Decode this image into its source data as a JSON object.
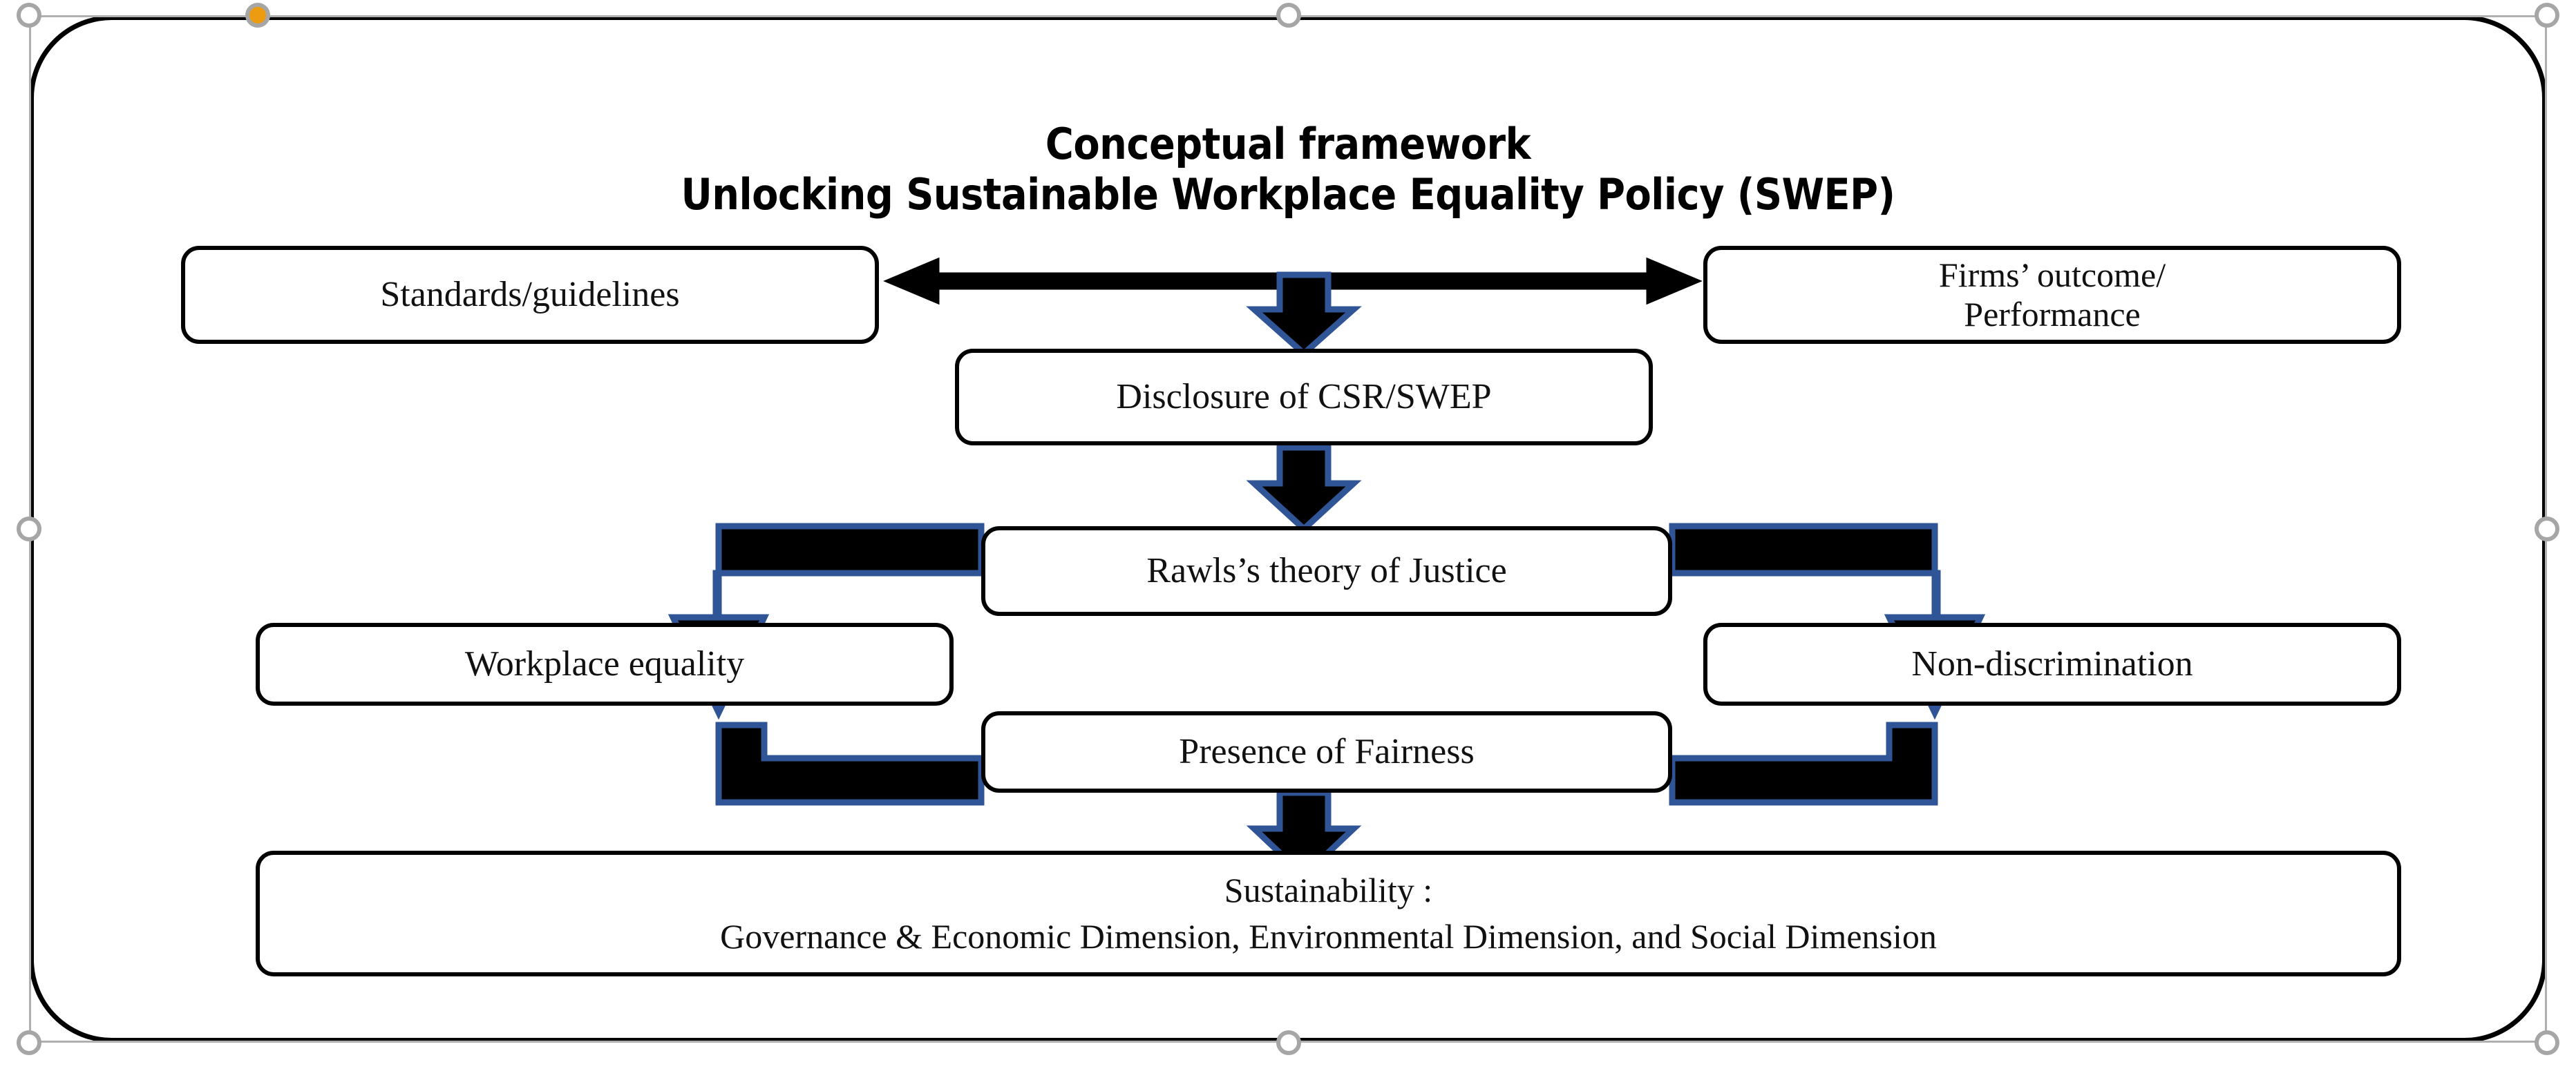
{
  "app": {
    "kind": "slide-shape-selected",
    "selection": {
      "handle_color": "#a6a6a6",
      "adjust_handle_color": "#ED9B10",
      "frame_color": "#b0b0b0"
    }
  },
  "diagram": {
    "type": "flowchart",
    "title": {
      "line1": "Conceptual framework",
      "line2": "Unlocking Sustainable Workplace Equality Policy (SWEP)"
    },
    "colors": {
      "shape_outline": "#000000",
      "arrow_fill": "#000000",
      "arrow_outline": "#2F5597",
      "background": "#FFFFFF"
    },
    "nodes": [
      {
        "id": "standards",
        "label": "Standards/guidelines"
      },
      {
        "id": "firms",
        "label": "Firms’ outcome/\nPerformance"
      },
      {
        "id": "disclosure",
        "label": "Disclosure of CSR/SWEP"
      },
      {
        "id": "rawls",
        "label": "Rawls’s theory of Justice"
      },
      {
        "id": "workplace",
        "label": "Workplace equality"
      },
      {
        "id": "nondisc",
        "label": "Non-discrimination"
      },
      {
        "id": "fairness",
        "label": "Presence of Fairness"
      },
      {
        "id": "sustain",
        "label": "Sustainability :\nGovernance & Economic Dimension, Environmental Dimension, and Social Dimension"
      }
    ],
    "edges": [
      {
        "from": "standards",
        "to": "firms",
        "style": "double-headed-thin-arrow"
      },
      {
        "from": "standards",
        "to": "disclosure",
        "style": "block-arrow-down"
      },
      {
        "from": "disclosure",
        "to": "rawls",
        "style": "block-arrow-down"
      },
      {
        "from": "rawls",
        "to": "workplace",
        "style": "bent-block-arrow"
      },
      {
        "from": "rawls",
        "to": "nondisc",
        "style": "bent-block-arrow"
      },
      {
        "from": "workplace",
        "to": "fairness",
        "style": "bent-block-arrow"
      },
      {
        "from": "nondisc",
        "to": "fairness",
        "style": "bent-block-arrow"
      },
      {
        "from": "fairness",
        "to": "sustain",
        "style": "block-arrow-down"
      }
    ]
  }
}
